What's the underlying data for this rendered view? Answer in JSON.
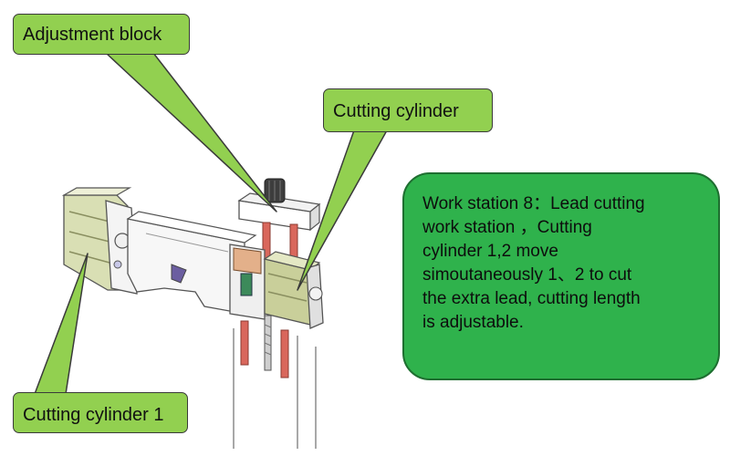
{
  "callouts": {
    "adjustment_block": "Adjustment block",
    "cutting_cylinder": "Cutting cylinder",
    "cutting_cylinder_1": "Cutting cylinder 1"
  },
  "description": {
    "lines": [
      "Work station 8：Lead cutting",
      "work station ，Cutting",
      "cylinder 1,2 move",
      "simoutaneously 1、2 to cut",
      "the extra lead, cutting length",
      "is adjustable."
    ]
  },
  "colors": {
    "callout_fill": "#92d050",
    "info_box_fill": "#2fb24c",
    "cylinder_rod": "#d9675c",
    "cylinder_body": "#c9cf9a"
  }
}
